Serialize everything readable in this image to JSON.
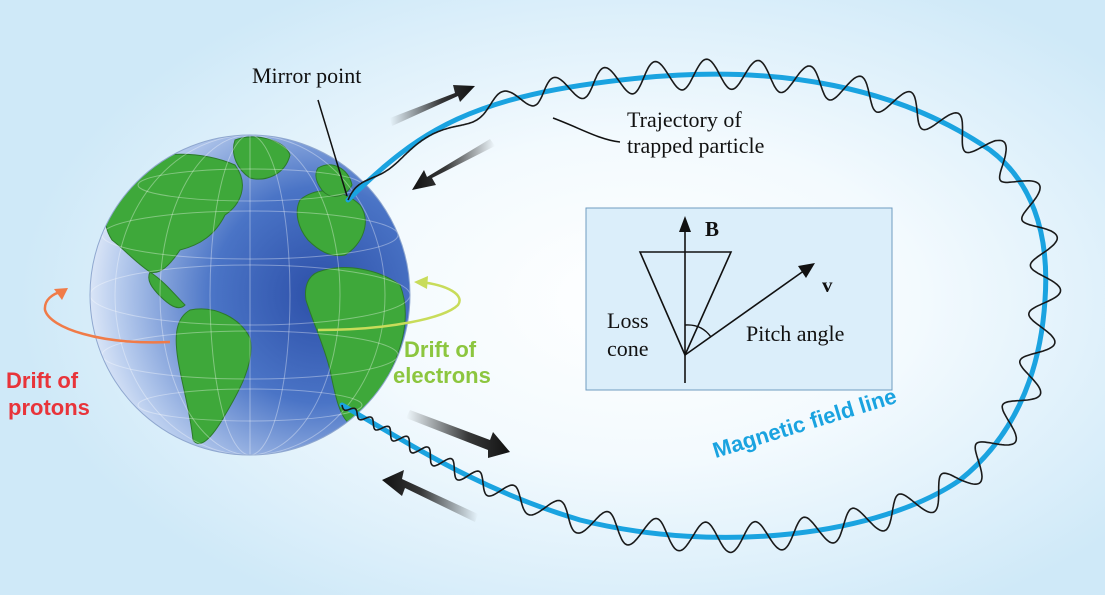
{
  "labels": {
    "mirror_point": "Mirror point",
    "trajectory_line1": "Trajectory of",
    "trajectory_line2": "trapped particle",
    "drift_protons_line1": "Drift of",
    "drift_protons_line2": "protons",
    "drift_electrons_line1": "Drift of",
    "drift_electrons_line2": "electrons",
    "magnetic_field_line": "Magnetic field line"
  },
  "inset": {
    "b_label": "B",
    "v_label": "v",
    "loss_line1": "Loss",
    "loss_line2": "cone",
    "pitch_angle": "Pitch angle"
  },
  "colors": {
    "field_line": "#1aa3e0",
    "protons": "#e8343a",
    "electrons": "#8cc63f",
    "proton_arrow": "#f07b48",
    "electron_arrow": "#c8dc5a",
    "inset_bg": "#dbeefa",
    "ocean": "#3a62b8",
    "land": "#3ea83a"
  },
  "icons": {
    "earth": "earth-globe-icon",
    "velocity_arrow": "arrow-icon"
  }
}
